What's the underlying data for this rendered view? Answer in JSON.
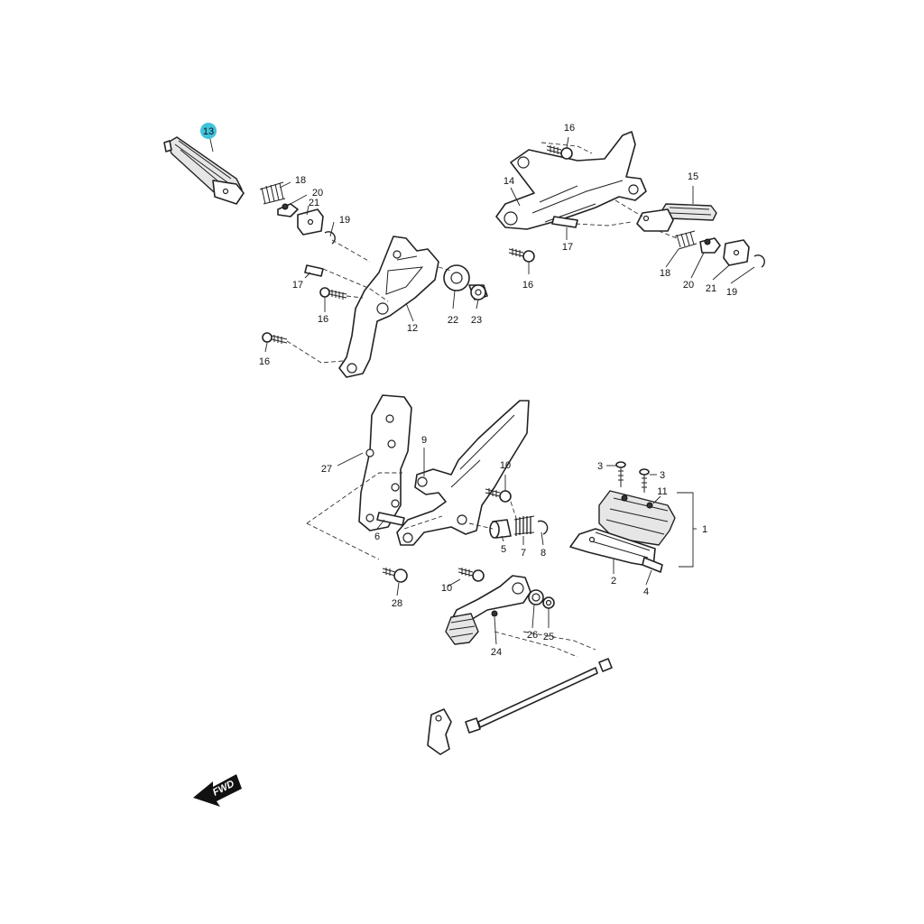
{
  "highlight_color": "#3fc3dc",
  "direction_arrow": {
    "text": "FWD",
    "icon": "forward-arrow-icon"
  },
  "callouts": [
    {
      "id": "c13",
      "text": "13",
      "highlighted": true
    },
    {
      "id": "c18a",
      "text": "18"
    },
    {
      "id": "c20a",
      "text": "20"
    },
    {
      "id": "c21a",
      "text": "21"
    },
    {
      "id": "c19a",
      "text": "19"
    },
    {
      "id": "c17a",
      "text": "17"
    },
    {
      "id": "c16a",
      "text": "16"
    },
    {
      "id": "c12",
      "text": "12"
    },
    {
      "id": "c22",
      "text": "22"
    },
    {
      "id": "c23",
      "text": "23"
    },
    {
      "id": "c16b",
      "text": "16"
    },
    {
      "id": "c16c",
      "text": "16"
    },
    {
      "id": "c14",
      "text": "14"
    },
    {
      "id": "c15",
      "text": "15"
    },
    {
      "id": "c17b",
      "text": "17"
    },
    {
      "id": "c16d",
      "text": "16"
    },
    {
      "id": "c18b",
      "text": "18"
    },
    {
      "id": "c20b",
      "text": "20"
    },
    {
      "id": "c21b",
      "text": "21"
    },
    {
      "id": "c19b",
      "text": "19"
    },
    {
      "id": "c27",
      "text": "27"
    },
    {
      "id": "c9",
      "text": "9"
    },
    {
      "id": "c10a",
      "text": "10"
    },
    {
      "id": "c6",
      "text": "6"
    },
    {
      "id": "c5",
      "text": "5"
    },
    {
      "id": "c7",
      "text": "7"
    },
    {
      "id": "c8",
      "text": "8"
    },
    {
      "id": "c3a",
      "text": "3"
    },
    {
      "id": "c3b",
      "text": "3"
    },
    {
      "id": "c11",
      "text": "11"
    },
    {
      "id": "c1",
      "text": "1"
    },
    {
      "id": "c2",
      "text": "2"
    },
    {
      "id": "c4",
      "text": "4"
    },
    {
      "id": "c28",
      "text": "28"
    },
    {
      "id": "c10b",
      "text": "10"
    },
    {
      "id": "c26",
      "text": "26"
    },
    {
      "id": "c25",
      "text": "25"
    },
    {
      "id": "c24",
      "text": "24"
    }
  ]
}
